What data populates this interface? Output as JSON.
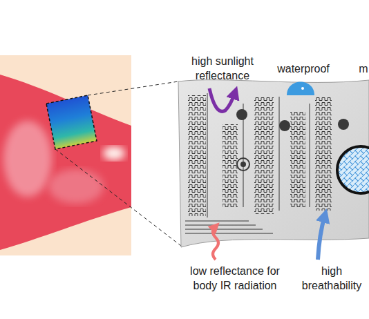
{
  "diagram": {
    "labels": [
      "high sunlight reflectance",
      "waterproof",
      "m",
      "low reflectance for body IR radiation",
      "high breathability"
    ]
  }
}
